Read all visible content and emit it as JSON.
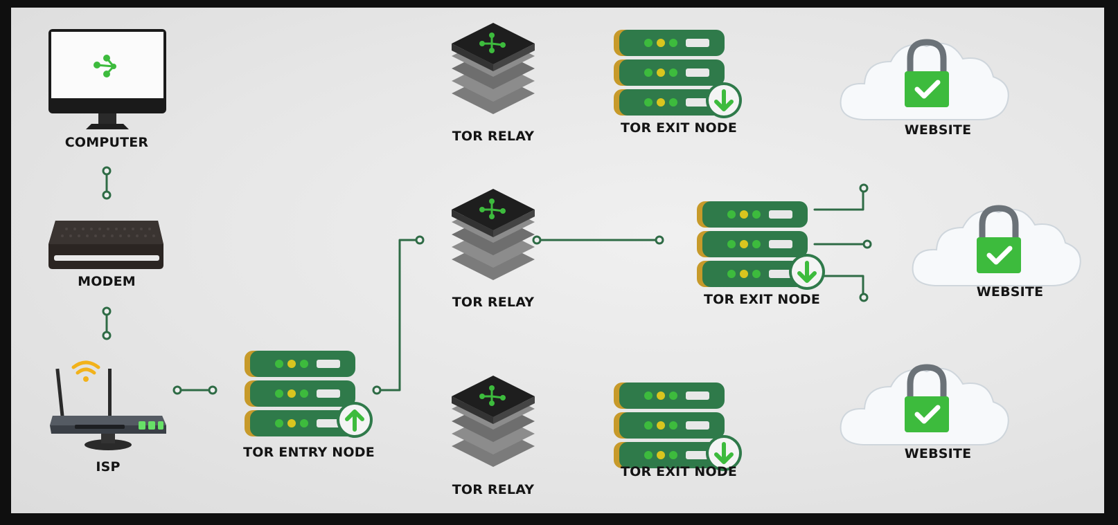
{
  "labels": {
    "computer": "COMPUTER",
    "modem": "MODEM",
    "isp": "ISP",
    "entry_node": "TOR ENTRY NODE",
    "relay_top": "TOR RELAY",
    "relay_mid": "TOR RELAY",
    "relay_bottom": "TOR RELAY",
    "exit_top": "TOR EXIT NODE",
    "exit_mid": "TOR EXIT NODE",
    "exit_bottom": "TOR EXIT NODE",
    "website_top": "WEBSITE",
    "website_mid": "WEBSITE",
    "website_bottom": "WEBSITE"
  },
  "icons": {
    "computer": "monitor-icon",
    "modem": "modem-icon",
    "isp": "wifi-router-icon",
    "entry_node": "server-stack-upload-icon",
    "relay": "layered-relay-icon",
    "exit_node": "server-stack-download-icon",
    "website": "cloud-lock-icon"
  },
  "colors": {
    "background": "#e6e6e6",
    "frame": "#0f0f0f",
    "connector": "#2e6b45",
    "accent_green": "#3dbb3d",
    "server_green": "#2f7a4a",
    "led_yellow": "#d9c51f",
    "wifi_yellow": "#f2b21b",
    "label_text": "#141414"
  }
}
